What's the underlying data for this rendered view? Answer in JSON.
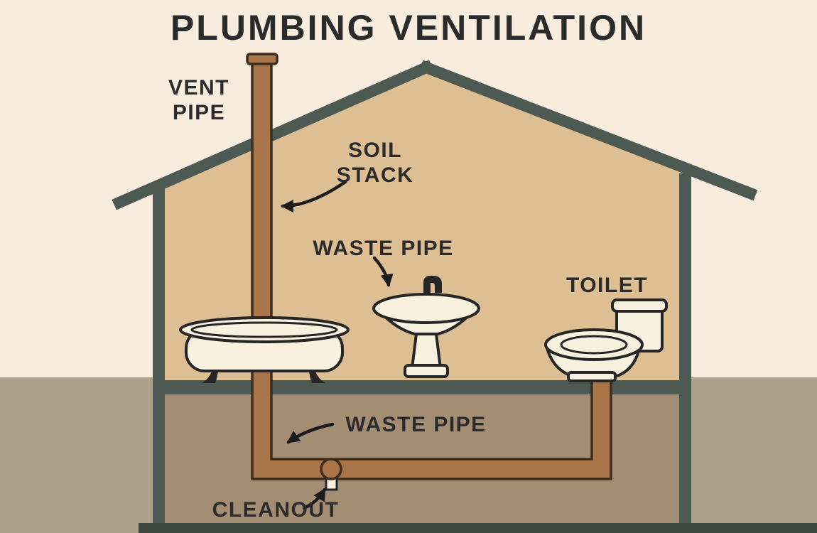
{
  "diagram": {
    "title": "PLUMBING VENTILATION",
    "labels": {
      "vent_pipe": {
        "line1": "VENT",
        "line2": "PIPE"
      },
      "soil_stack": {
        "line1": "SOIL",
        "line2": "STACK"
      },
      "waste_pipe_upper": "WASTE PIPE",
      "toilet": "TOILET",
      "waste_pipe_lower": "WASTE PIPE",
      "cleanout": "CLEANOUT"
    },
    "colors": {
      "background": "#f7ecde",
      "house_interior": "#debf93",
      "structure": "#4d5953",
      "structure_dark": "#3c4640",
      "pipe": "#a97448",
      "pipe_outline": "#3e2c1c",
      "ground": "#aba089",
      "ground_inner": "#a38e74",
      "fixture": "#f8f1e0",
      "fixture_outline": "#262626",
      "arrow": "#1c1c1c",
      "text": "#2b2b2b"
    }
  }
}
